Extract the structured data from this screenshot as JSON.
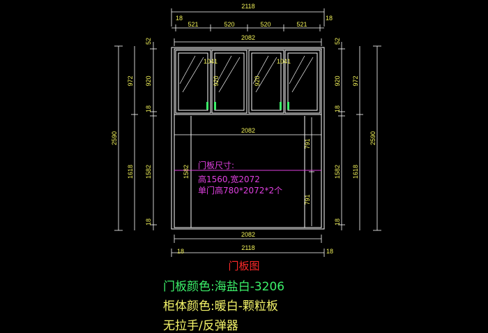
{
  "dims": {
    "top_total": "2118",
    "top_left_gap": "18",
    "top_right_gap": "18",
    "top_door_widths": [
      "521",
      "520",
      "520",
      "521"
    ],
    "top_inner": "2082",
    "upper_left_pair": "1041",
    "upper_right_pair": "1041",
    "upper_door_height_left": "920",
    "upper_door_height_right": "920",
    "middle_width": "2082",
    "lower_half_top": "791",
    "lower_half_bottom": "791",
    "bottom_inner": "2082",
    "bottom_total": "2118",
    "bottom_left_gap": "18",
    "bottom_right_gap": "18",
    "left_total": "2590",
    "left_upper": "972",
    "left_lower": "1618",
    "left_top_gap": "52",
    "left_upper_inner": "920",
    "left_mid_gap": "18",
    "left_lower_inner": "1582",
    "left_bottom_gap": "18",
    "lower_inner_left": "1582",
    "right_total": "2590",
    "right_upper": "972",
    "right_lower": "1618",
    "right_top_gap": "52",
    "right_upper_inner": "920",
    "right_mid_gap": "18",
    "right_lower_inner": "1582",
    "right_bottom_gap": "18"
  },
  "note": {
    "line1": "门板尺寸:",
    "line2": "高1560,宽2072",
    "line3": "单门高780*2072*2个"
  },
  "captions": {
    "title": "门板图",
    "door_color": "门板颜色:海盐白-3206",
    "body_color": "柜体颜色:暖白-颗粒板",
    "handle": "无拉手/反弹器"
  },
  "colors": {
    "background": "#000000",
    "outline": "#ffffff",
    "dimension": "#f2f25a",
    "note": "#e040e0",
    "title": "#ff2a2a",
    "door_color_text": "#3cf06a",
    "spec_text": "#f5f56a",
    "handle_mark": "#3cf06a"
  }
}
